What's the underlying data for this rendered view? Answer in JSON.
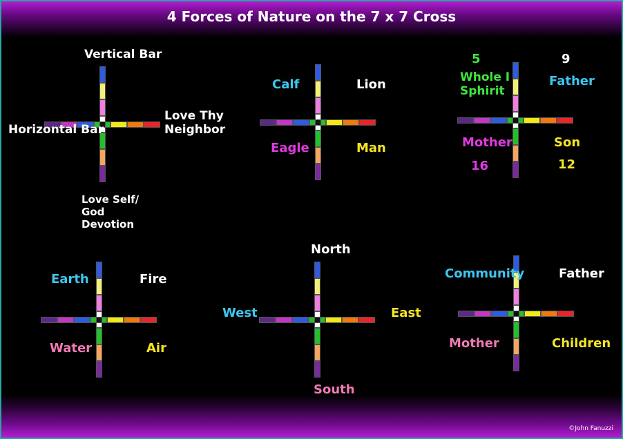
{
  "title": "4 Forces of Nature on the 7 x 7 Cross",
  "copyright": "©John Fanuzzi",
  "colors": {
    "violet": "#5b2a86",
    "magenta": "#c237c4",
    "blue": "#2e5be0",
    "green": "#22c02a",
    "yellow": "#f0ea18",
    "orange": "#f07a10",
    "red": "#e8262a",
    "light_yellow": "#f3f07a",
    "pink": "#ef7fe0",
    "white": "#ffffff",
    "peach": "#f5a660",
    "purple": "#7a2a9c",
    "center": "#111111",
    "label_white": "#ffffff",
    "label_cyan": "#3dc6f0",
    "label_pink": "#f07ab5",
    "label_magenta": "#e03ae0",
    "label_yellow": "#f5e623",
    "label_green": "#3de83d"
  },
  "crosses": {
    "bars": {
      "vertical_bar": "Vertical Bar",
      "horizontal_bar": "Horizontal Bar",
      "love_neighbor": "Love Thy\nNeighbor",
      "love_self": "Love Self/\nGod\nDevotion"
    },
    "evangelists": {
      "calf": "Calf",
      "lion": "Lion",
      "eagle": "Eagle",
      "man": "Man"
    },
    "numbers": {
      "five": "5",
      "nine": "9",
      "whole": "Whole I\nSphirit",
      "father": "Father",
      "mother": "Mother",
      "son": "Son",
      "sixteen": "16",
      "twelve": "12"
    },
    "elements": {
      "earth": "Earth",
      "fire": "Fire",
      "water": "Water",
      "air": "Air"
    },
    "directions": {
      "north": "North",
      "west": "West",
      "east": "East",
      "south": "South"
    },
    "family": {
      "community": "Community",
      "father": "Father",
      "mother": "Mother",
      "children": "Children"
    }
  }
}
